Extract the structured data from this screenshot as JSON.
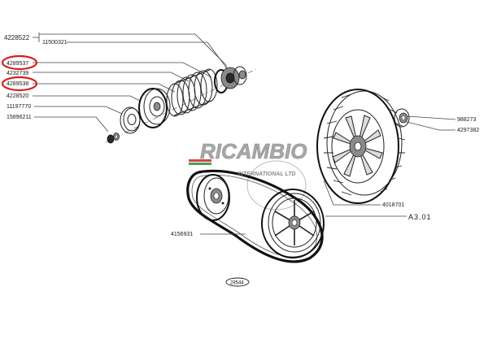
{
  "parts": {
    "p4228522": "4228522",
    "p11500321": "11500321",
    "p4289537": "4289537",
    "p4232739": "4232739",
    "p4289538": "4289538",
    "p4228520": "4228520",
    "p11197770": "11197770",
    "p15896211": "15896211",
    "p988273": "988273",
    "p4297382": "4297382",
    "p4018701": "4018701",
    "pA301": "A3.01",
    "p4156931": "4156931"
  },
  "diagram_code": "28544",
  "watermark": {
    "brand": "RICAMBIO",
    "tagline": "INTERNATIONAL LTD"
  },
  "colors": {
    "highlight": "#d81e1e",
    "watermark": "#9a9a9a",
    "watermark_red": "#c8242b",
    "watermark_green": "#2d8a3a"
  }
}
